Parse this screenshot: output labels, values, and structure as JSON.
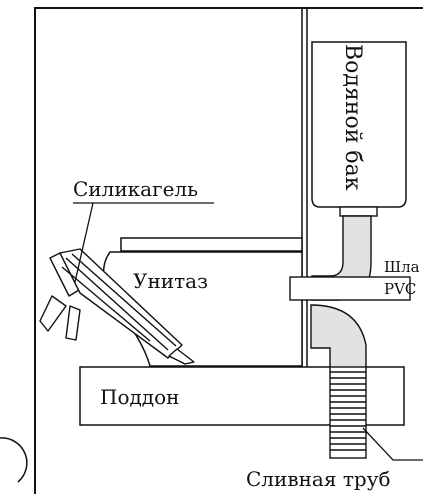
{
  "labels": {
    "silica_gel": "Силикагель",
    "toilet": "Унитаз",
    "tray": "Поддон",
    "water_tank": "Водяной бак",
    "hose_line1": "Шла",
    "hose_line2": "PVC",
    "drain_pipe": "Сливная труб"
  },
  "colors": {
    "stroke": "#111111",
    "fill": "#ffffff",
    "hose_fill": "#e2e2e2"
  }
}
